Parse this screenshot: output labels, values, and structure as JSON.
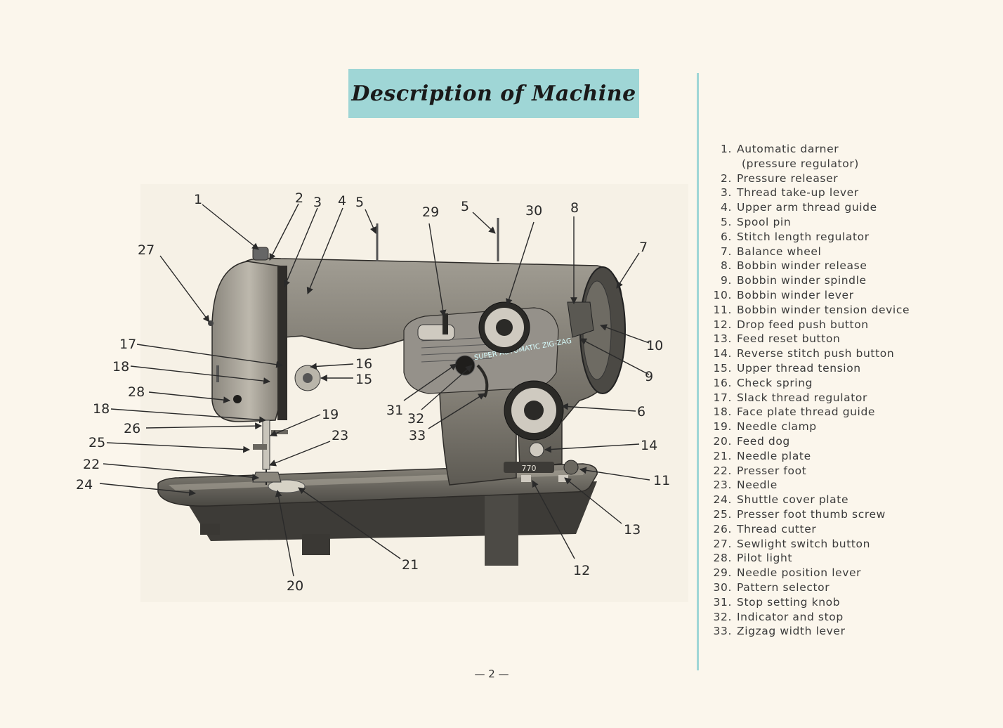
{
  "title": "Description of Machine",
  "page_number": "— 2 —",
  "machine_label": "SUPER AUTOMATIC ZIG-ZAG",
  "machine_model": "770",
  "parts": [
    {
      "num": "1.",
      "label": "Automatic darner",
      "sub": "(pressure regulator)"
    },
    {
      "num": "2.",
      "label": "Pressure releaser"
    },
    {
      "num": "3.",
      "label": "Thread take-up lever"
    },
    {
      "num": "4.",
      "label": "Upper arm thread guide"
    },
    {
      "num": "5.",
      "label": "Spool pin"
    },
    {
      "num": "6.",
      "label": "Stitch length regulator"
    },
    {
      "num": "7.",
      "label": "Balance wheel"
    },
    {
      "num": "8.",
      "label": "Bobbin winder release"
    },
    {
      "num": "9.",
      "label": "Bobbin winder spindle"
    },
    {
      "num": "10.",
      "label": "Bobbin winder lever"
    },
    {
      "num": "11.",
      "label": "Bobbin winder tension device"
    },
    {
      "num": "12.",
      "label": "Drop feed push button"
    },
    {
      "num": "13.",
      "label": "Feed reset button"
    },
    {
      "num": "14.",
      "label": "Reverse stitch push button"
    },
    {
      "num": "15.",
      "label": "Upper thread tension"
    },
    {
      "num": "16.",
      "label": "Check spring"
    },
    {
      "num": "17.",
      "label": "Slack thread regulator"
    },
    {
      "num": "18.",
      "label": "Face plate thread guide"
    },
    {
      "num": "19.",
      "label": "Needle clamp"
    },
    {
      "num": "20.",
      "label": "Feed dog"
    },
    {
      "num": "21.",
      "label": "Needle plate"
    },
    {
      "num": "22.",
      "label": "Presser foot"
    },
    {
      "num": "23.",
      "label": "Needle"
    },
    {
      "num": "24.",
      "label": "Shuttle cover plate"
    },
    {
      "num": "25.",
      "label": "Presser foot thumb screw"
    },
    {
      "num": "26.",
      "label": "Thread cutter"
    },
    {
      "num": "27.",
      "label": "Sewlight switch button"
    },
    {
      "num": "28.",
      "label": "Pilot light"
    },
    {
      "num": "29.",
      "label": "Needle position lever"
    },
    {
      "num": "30.",
      "label": "Pattern selector"
    },
    {
      "num": "31.",
      "label": "Stop setting knob"
    },
    {
      "num": "32.",
      "label": "Indicator and stop"
    },
    {
      "num": "33.",
      "label": "Zigzag width lever"
    }
  ],
  "callouts": [
    "1",
    "2",
    "3",
    "4",
    "5",
    "5",
    "27",
    "29",
    "30",
    "8",
    "7",
    "10",
    "9",
    "17",
    "16",
    "15",
    "18",
    "28",
    "18",
    "19",
    "26",
    "23",
    "25",
    "22",
    "24",
    "31",
    "32",
    "33",
    "6",
    "14",
    "11",
    "13",
    "12",
    "21",
    "20"
  ],
  "colors": {
    "accent": "#9fd6d6",
    "machine_body": "#7d7a72",
    "paper": "#fbf6ec"
  }
}
